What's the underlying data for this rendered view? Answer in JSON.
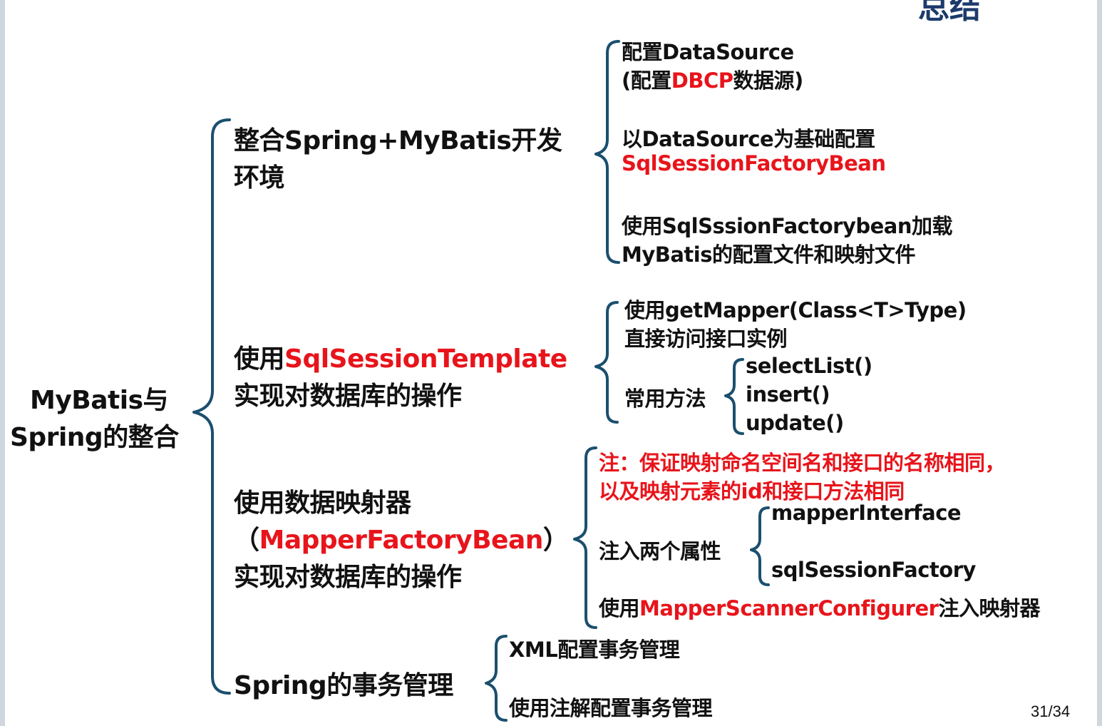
{
  "slide_title": "总结",
  "page_number": "31/34",
  "root": {
    "line1": "MyBatis与",
    "line2": "Spring的整合"
  },
  "branches": [
    {
      "line1": "整合Spring+MyBatis开发",
      "line2": "环境",
      "children": [
        {
          "line1": "配置DataSource",
          "line2_pre": "(配置",
          "line2_red": "DBCP",
          "line2_post": "数据源)"
        },
        {
          "line1": "以DataSource为基础配置",
          "line2_red": "SqlSessionFactoryBean"
        },
        {
          "line1": "使用SqlSssionFactorybean加载",
          "line2": "MyBatis的配置文件和映射文件"
        }
      ]
    },
    {
      "line1_pre": "使用",
      "line1_red": "SqlSessionTemplate",
      "line2": "实现对数据库的操作",
      "children": [
        {
          "line1": "使用getMapper(Class<T>Type)",
          "line2": "直接访问接口实例"
        },
        {
          "label": "常用方法",
          "items": [
            "selectList()",
            "insert()",
            "update()"
          ]
        }
      ]
    },
    {
      "line1": "使用数据映射器",
      "line2_pre": "（",
      "line2_red": "MapperFactoryBean",
      "line2_post": "）",
      "line3": "实现对数据库的操作",
      "children": [
        {
          "note_line1": "注：保证映射命名空间名和接口的名称相同，",
          "note_line2": "以及映射元素的id和接口方法相同"
        },
        {
          "label": "注入两个属性",
          "items": [
            "mapperInterface",
            "sqlSessionFactory"
          ]
        },
        {
          "pre": "使用",
          "red": "MapperScannerConfigurer",
          "post": "注入映射器"
        }
      ]
    },
    {
      "line1": "Spring的事务管理",
      "children": [
        {
          "text": "XML配置事务管理"
        },
        {
          "text": "使用注解配置事务管理"
        }
      ]
    }
  ],
  "colors": {
    "accent_red": "#e8141b",
    "bracket": "#1b4f6e",
    "text": "#111111",
    "title": "#1c3a6b"
  }
}
